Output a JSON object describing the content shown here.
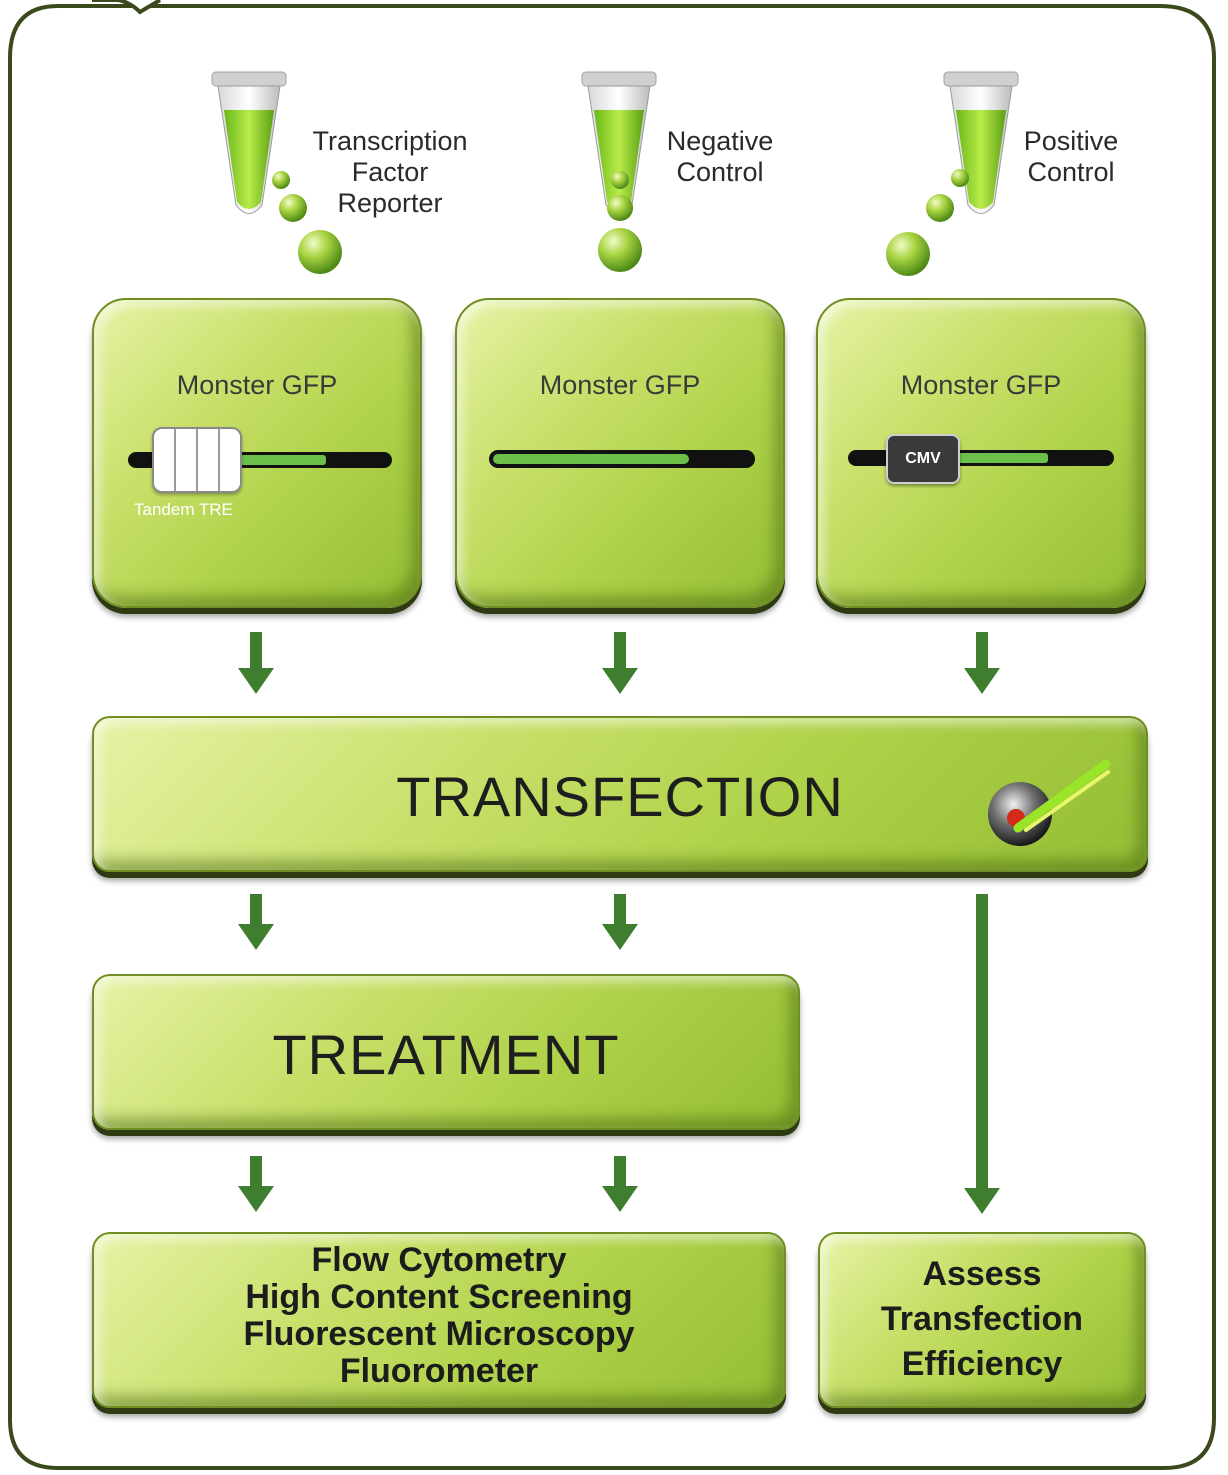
{
  "tubes": [
    {
      "label": "Transcription\nFactor\nReporter"
    },
    {
      "label": "Negative\nControl"
    },
    {
      "label": "Positive\nControl"
    }
  ],
  "vectors": [
    {
      "title": "Monster GFP",
      "element_label": "Tandem TRE"
    },
    {
      "title": "Monster GFP"
    },
    {
      "title": "Monster GFP",
      "promoter_label": "CMV"
    }
  ],
  "steps": {
    "transfection": "TRANSFECTION",
    "treatment": "TREATMENT"
  },
  "results": {
    "assays": [
      "Flow Cytometry",
      "High Content Screening",
      "Fluorescent Microscopy",
      "Fluorometer"
    ],
    "efficiency": [
      "Assess",
      "Transfection",
      "Efficiency"
    ]
  },
  "colors": {
    "frame": "#3b4a1c",
    "arrow": "#3f7e2e",
    "box_light": "#e6f3a6",
    "box_dark": "#93bd34",
    "liquid": "#8ccf2a",
    "gene_bar": "#6cc04a"
  }
}
